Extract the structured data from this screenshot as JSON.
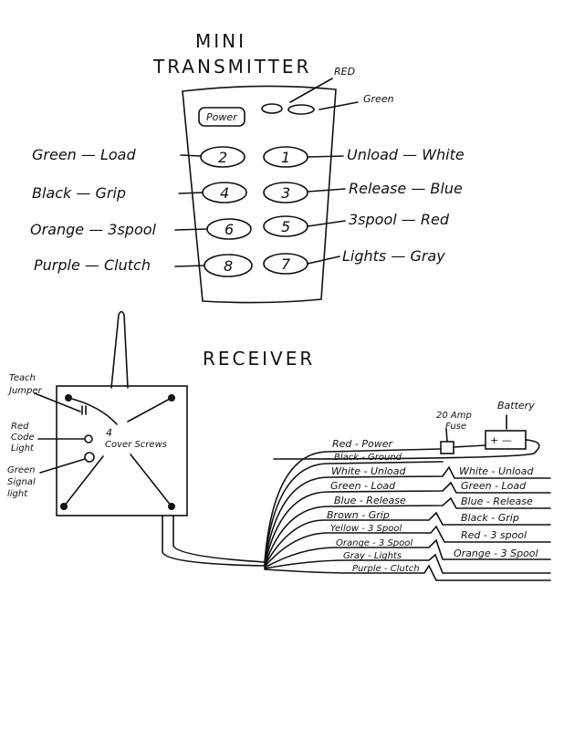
{
  "transmitter": {
    "title_line1": "MINI",
    "title_line2": "TRANSMITTER",
    "led_red_label": "RED",
    "led_green_label": "Green",
    "power_button": "Power",
    "buttons": [
      "1",
      "2",
      "3",
      "4",
      "5",
      "6",
      "7",
      "8"
    ],
    "left_labels": [
      "Green — Load",
      "Black — Grip",
      "Orange — 3spool",
      "Purple — Clutch"
    ],
    "right_labels": [
      "Unload — White",
      "Release — Blue",
      "3spool — Red",
      "Lights — Gray"
    ]
  },
  "receiver": {
    "title": "RECEIVER",
    "teach_jumper": [
      "Teach",
      "Jumper"
    ],
    "red_code_light": [
      "Red",
      "Code",
      "Light"
    ],
    "green_signal_light": [
      "Green",
      "Signal",
      "light"
    ],
    "cover_screws": [
      "4",
      "Cover Screws"
    ],
    "fuse": [
      "20 Amp",
      "Fuse"
    ],
    "battery": "Battery",
    "battery_terminals": "+  —",
    "wires_left": [
      "Red - Power",
      "Black - Ground",
      "White - Unload",
      "Green - Load",
      "Blue - Release",
      "Brown - Grip",
      "Yellow - 3 Spool",
      "Orange - 3 Spool",
      "Gray - Lights",
      "Purple - Clutch"
    ],
    "wires_right": [
      "White - Unload",
      "Green - Load",
      "Blue - Release",
      "Black - Grip",
      "Red - 3 spool",
      "Orange - 3 Spool"
    ]
  }
}
